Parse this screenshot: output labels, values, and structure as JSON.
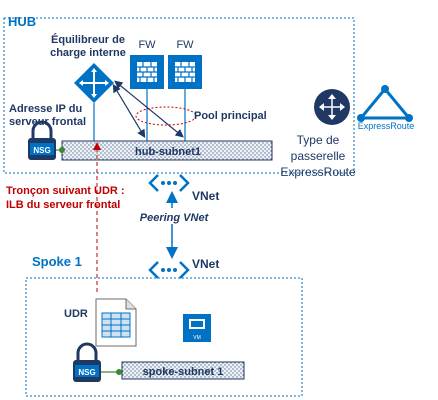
{
  "hub": {
    "title": "HUB",
    "ilb_label_line1": "Équilibreur de",
    "ilb_label_line2": "charge interne",
    "fw1_label": "FW",
    "fw2_label": "FW",
    "frontend_ip_line1": "Adresse IP du",
    "frontend_ip_line2": "serveur frontal",
    "backend_pool_label": "Pool principal",
    "subnet_label": "hub-subnet1",
    "nsg_label": "NSG",
    "vnet_label": "VNet"
  },
  "gateway": {
    "type_line1": "Type de",
    "type_line2": "passerelle",
    "type_line3": "ExpressRoute",
    "expressroute_label": "ExpressRoute"
  },
  "route": {
    "line1": "Tronçon suivant UDR :",
    "line2": "ILB du serveur frontal"
  },
  "peering": {
    "label": "Peering VNet"
  },
  "spoke": {
    "title": "Spoke 1",
    "vnet_label": "VNet",
    "udr_label": "UDR",
    "vm_label": "VM",
    "nsg_label": "NSG",
    "subnet_label": "spoke-subnet 1"
  },
  "colors": {
    "azure_blue": "#0072C6",
    "dark_blue": "#1F3864",
    "route_red": "#C00000",
    "green": "#3C8A2E",
    "subnet_fill": "#E8EEF7"
  }
}
